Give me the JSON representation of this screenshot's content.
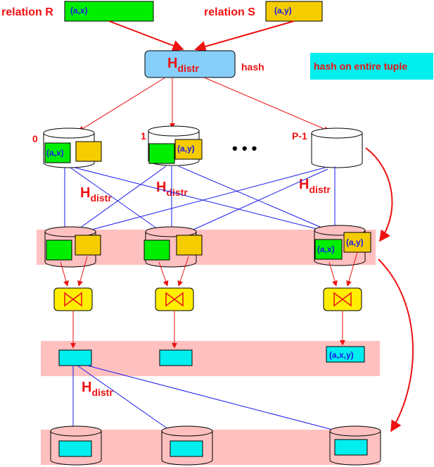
{
  "relations": {
    "r_label": "relation R",
    "r_tuple": "(a,x)",
    "s_label": "relation S",
    "s_tuple": "(a,y)"
  },
  "hash_box": {
    "main": "H",
    "sub": "distr",
    "side_label": "hash"
  },
  "note": "hash on entire tuple",
  "nodes": {
    "first": "0",
    "second": "1",
    "last": "P-1",
    "ellipsis": "• • •"
  },
  "tuples": {
    "ax": "(a,x)",
    "ay": "(a,y)",
    "axy": "(a,x,y)"
  },
  "hdistr": {
    "main": "H",
    "sub": "distr"
  },
  "colors": {
    "green": "#00ee00",
    "yellow": "#f5cc00",
    "cyan": "#00e5ee",
    "pink_band": "#ffc0c0",
    "hash_box": "#87cefa",
    "red": "#ee1111",
    "blue": "#1a1aee",
    "join_box": "#ffee00"
  }
}
